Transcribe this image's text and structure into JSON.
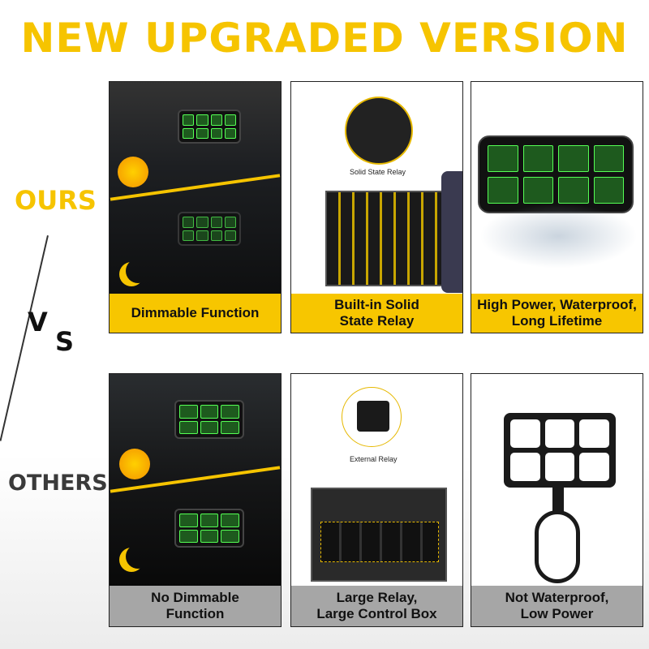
{
  "header": {
    "title": "NEW UPGRADED VERSION"
  },
  "sides": {
    "ours": "OURS",
    "v": "V",
    "s": "S",
    "others": "OTHERS"
  },
  "colors": {
    "accent_yellow": "#f6c400",
    "others_gray": "#a6a6a6"
  },
  "ours": [
    {
      "label": "Dimmable Function",
      "icons": [
        "sun-icon",
        "moon-icon"
      ]
    },
    {
      "label_line1": "Built-in Solid",
      "label_line2": "State Relay",
      "caption": "Solid State Relay"
    },
    {
      "label_line1": "High Power, Waterproof,",
      "label_line2": "Long Lifetime"
    }
  ],
  "others": [
    {
      "label_line1": "No Dimmable",
      "label_line2": "Function",
      "icons": [
        "sun-icon",
        "moon-icon"
      ]
    },
    {
      "label_line1": "Large Relay,",
      "label_line2": "Large Control Box",
      "caption": "External Relay"
    },
    {
      "label_line1": "Not Waterproof,",
      "label_line2": "Low Power"
    }
  ]
}
